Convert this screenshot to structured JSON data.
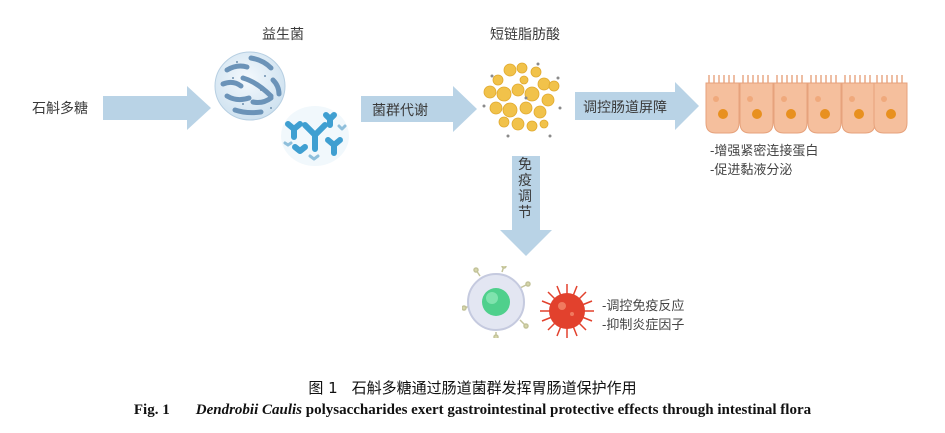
{
  "diagram": {
    "nodes": {
      "source": {
        "label": "石斛多糖"
      },
      "probiotics": {
        "label": "益生菌"
      },
      "scfa": {
        "label": "短链脂肪酸"
      },
      "epithelium": {
        "notes": [
          "-增强紧密连接蛋白",
          "-促进黏液分泌"
        ]
      },
      "immune": {
        "notes": [
          "-调控免疫反应",
          "-抑制炎症因子"
        ]
      }
    },
    "arrows": {
      "to_probiotics": {
        "label": ""
      },
      "flora_metabolism": {
        "label": "菌群代谢"
      },
      "barrier": {
        "label": "调控肠道屏障"
      },
      "immune_regulation": {
        "label": "免疫调节",
        "chars": [
          "免",
          "疫",
          "调",
          "节"
        ]
      }
    },
    "colors": {
      "arrow": "#b9d3e6",
      "bacteria_rod": "#5f8fb8",
      "bacteria_y": "#3f9fd1",
      "scfa": "#f1c24a",
      "cell": "#f5bf9d",
      "nucleus": "#e8901f",
      "lymphocyte_nucleus": "#4fd08c",
      "virus": "#e2412d"
    }
  },
  "caption": {
    "cn_figno": "图 1",
    "cn_text": "石斛多糖通过肠道菌群发挥胃肠道保护作用",
    "en_figno": "Fig. 1",
    "en_italic": "Dendrobii Caulis",
    "en_text": " polysaccharides exert gastrointestinal protective effects through intestinal flora"
  }
}
